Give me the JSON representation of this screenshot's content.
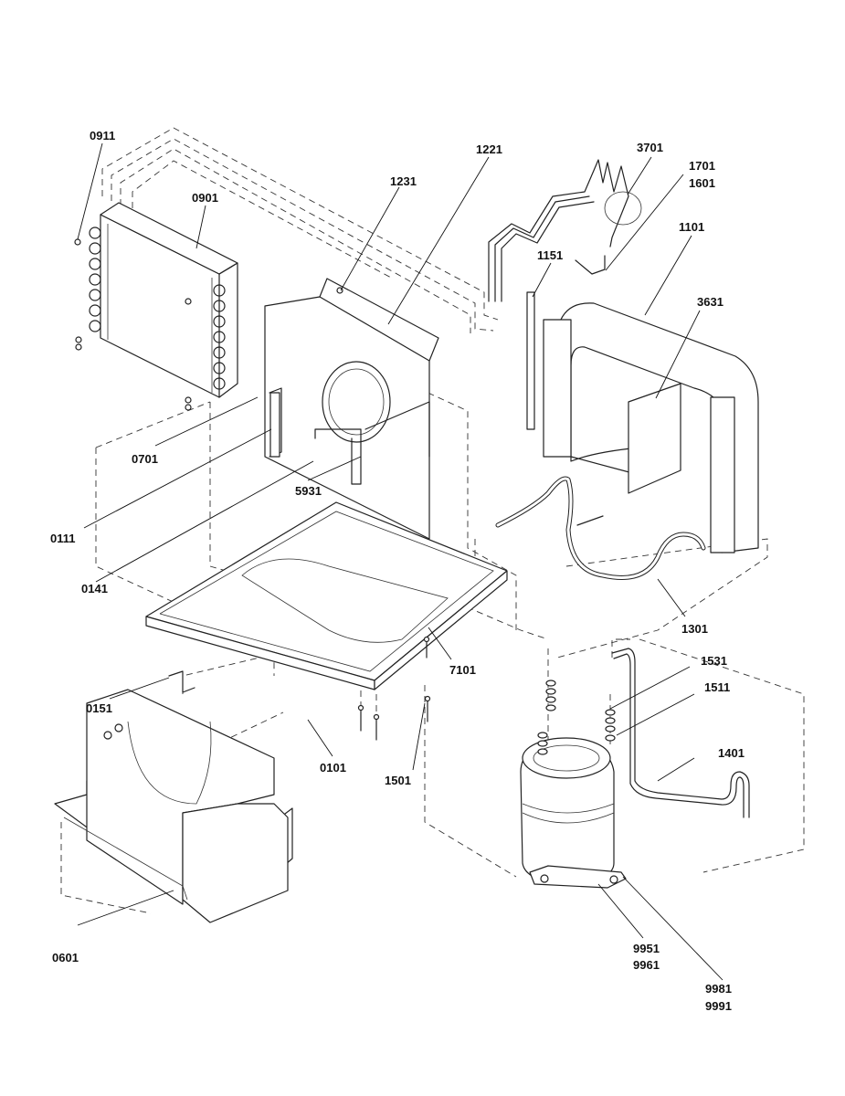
{
  "diagram": {
    "type": "exploded-parts-view",
    "colors": {
      "line": "#222222",
      "background": "#ffffff"
    },
    "labels": [
      {
        "id": "0911",
        "text": "0911"
      },
      {
        "id": "0901",
        "text": "0901"
      },
      {
        "id": "1231",
        "text": "1231"
      },
      {
        "id": "1221",
        "text": "1221"
      },
      {
        "id": "3701",
        "text": "3701"
      },
      {
        "id": "1701",
        "text": "1701"
      },
      {
        "id": "1601",
        "text": "1601"
      },
      {
        "id": "1101",
        "text": "1101"
      },
      {
        "id": "1151",
        "text": "1151"
      },
      {
        "id": "3631",
        "text": "3631"
      },
      {
        "id": "0701",
        "text": "0701"
      },
      {
        "id": "5931",
        "text": "5931"
      },
      {
        "id": "0111",
        "text": "0111"
      },
      {
        "id": "0141",
        "text": "0141"
      },
      {
        "id": "1301",
        "text": "1301"
      },
      {
        "id": "7101",
        "text": "7101"
      },
      {
        "id": "1531",
        "text": "1531"
      },
      {
        "id": "1511",
        "text": "1511"
      },
      {
        "id": "0151",
        "text": "0151"
      },
      {
        "id": "0101",
        "text": "0101"
      },
      {
        "id": "1501",
        "text": "1501"
      },
      {
        "id": "1401",
        "text": "1401"
      },
      {
        "id": "0601",
        "text": "0601"
      },
      {
        "id": "9951",
        "text": "9951"
      },
      {
        "id": "9961",
        "text": "9961"
      },
      {
        "id": "9981",
        "text": "9981"
      },
      {
        "id": "9991",
        "text": "9991"
      }
    ],
    "components": [
      {
        "name": "condenser-coil",
        "callout": "0901"
      },
      {
        "name": "condenser-screws",
        "callout": "0911"
      },
      {
        "name": "orifice-shroud",
        "callout": "1231"
      },
      {
        "name": "shroud-wire",
        "callout": "1221"
      },
      {
        "name": "capillary-tube-assembly",
        "callout": "3701"
      },
      {
        "name": "evaporator-coil",
        "callout": "1101"
      },
      {
        "name": "coil-bracket",
        "callout": "1151"
      },
      {
        "name": "evaporator-insulation",
        "callout": "3631"
      },
      {
        "name": "suction-tube",
        "callout": "1301"
      },
      {
        "name": "base-pan",
        "callout": "0101"
      },
      {
        "name": "blower-housing",
        "callout": "0601"
      },
      {
        "name": "compressor",
        "callout": "9951"
      },
      {
        "name": "discharge-tube",
        "callout": "1401"
      }
    ]
  }
}
